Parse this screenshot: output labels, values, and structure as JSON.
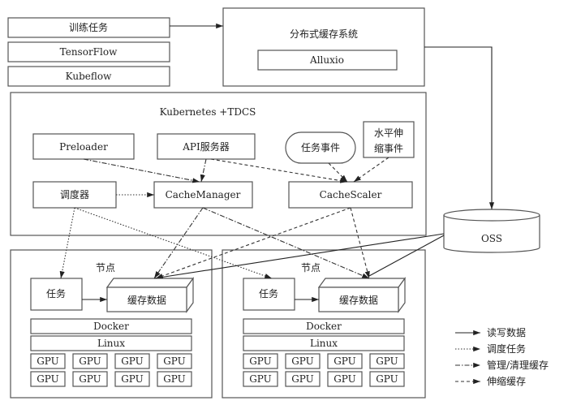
{
  "top": {
    "training_task": "训练任务",
    "tensorflow": "TensorFlow",
    "kubeflow": "Kubeflow",
    "distributed_cache": "分布式缓存系统",
    "alluxio": "Alluxio"
  },
  "k8s": {
    "title": "Kubernetes +TDCS",
    "preloader": "Preloader",
    "api_server": "API服务器",
    "task_event": "任务事件",
    "hpa_event_line1": "水平伸",
    "hpa_event_line2": "缩事件",
    "scheduler": "调度器",
    "cache_manager": "CacheManager",
    "cache_scaler": "CacheScaler"
  },
  "oss": {
    "label": "OSS"
  },
  "nodes": [
    {
      "title": "节点",
      "task": "任务",
      "cache_data": "缓存数据",
      "docker": "Docker",
      "linux": "Linux",
      "gpus": [
        "GPU",
        "GPU",
        "GPU",
        "GPU",
        "GPU",
        "GPU",
        "GPU",
        "GPU"
      ]
    },
    {
      "title": "节点",
      "task": "任务",
      "cache_data": "缓存数据",
      "docker": "Docker",
      "linux": "Linux",
      "gpus": [
        "GPU",
        "GPU",
        "GPU",
        "GPU",
        "GPU",
        "GPU",
        "GPU",
        "GPU"
      ]
    }
  ],
  "legend": [
    {
      "style": "solid",
      "label": "读写数据"
    },
    {
      "style": "dotted",
      "label": "调度任务"
    },
    {
      "style": "dashdot",
      "label": "管理/清理缓存"
    },
    {
      "style": "dashed",
      "label": "伸缩缓存"
    }
  ]
}
